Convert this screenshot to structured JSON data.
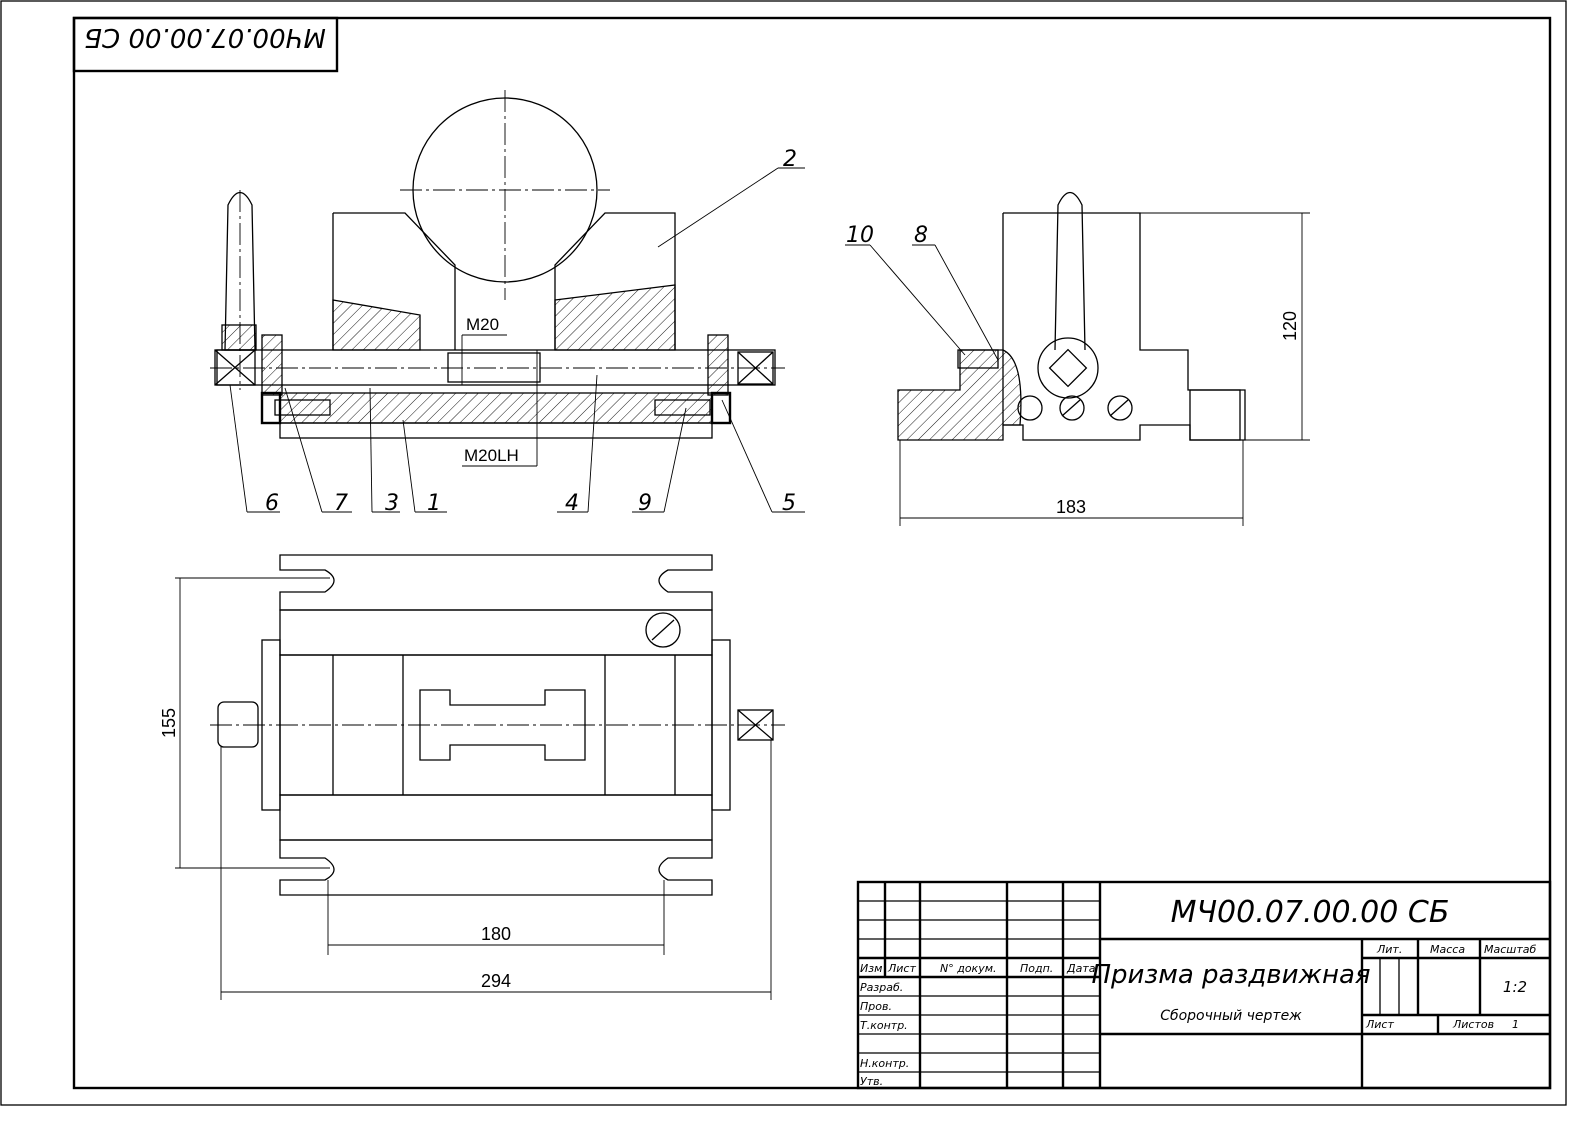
{
  "stamp": {
    "mirrored_code": "МЧ00.07.00.00 СБ"
  },
  "callouts": [
    "1",
    "2",
    "3",
    "4",
    "5",
    "6",
    "7",
    "8",
    "9",
    "10"
  ],
  "front_view": {
    "thread_top": "M20",
    "thread_bottom": "M20LH"
  },
  "side_view": {
    "dim_width": "183",
    "dim_height": "120"
  },
  "top_view": {
    "dim_height": "155",
    "dim_inner": "180",
    "dim_overall": "294"
  },
  "title_block": {
    "doc_code": "МЧ00.07.00.00  СБ",
    "name": "Призма раздвижная",
    "doc_type": "Сборочный чертеж",
    "headers": {
      "izm": "Изм",
      "list": "Лист",
      "doc_no": "N° докум.",
      "sign": "Подп.",
      "date": "Дата"
    },
    "roles": {
      "razrab": "Разраб.",
      "prov": "Пров.",
      "tkontr": "Т.контр.",
      "nkontr": "Н.контр.",
      "utv": "Утв."
    },
    "lit_label": "Лит.",
    "mass_label": "Масса",
    "scale_label": "Масштаб",
    "scale": "1:2",
    "sheet_label": "Лист",
    "sheets_label": "Листов",
    "sheets": "1"
  }
}
